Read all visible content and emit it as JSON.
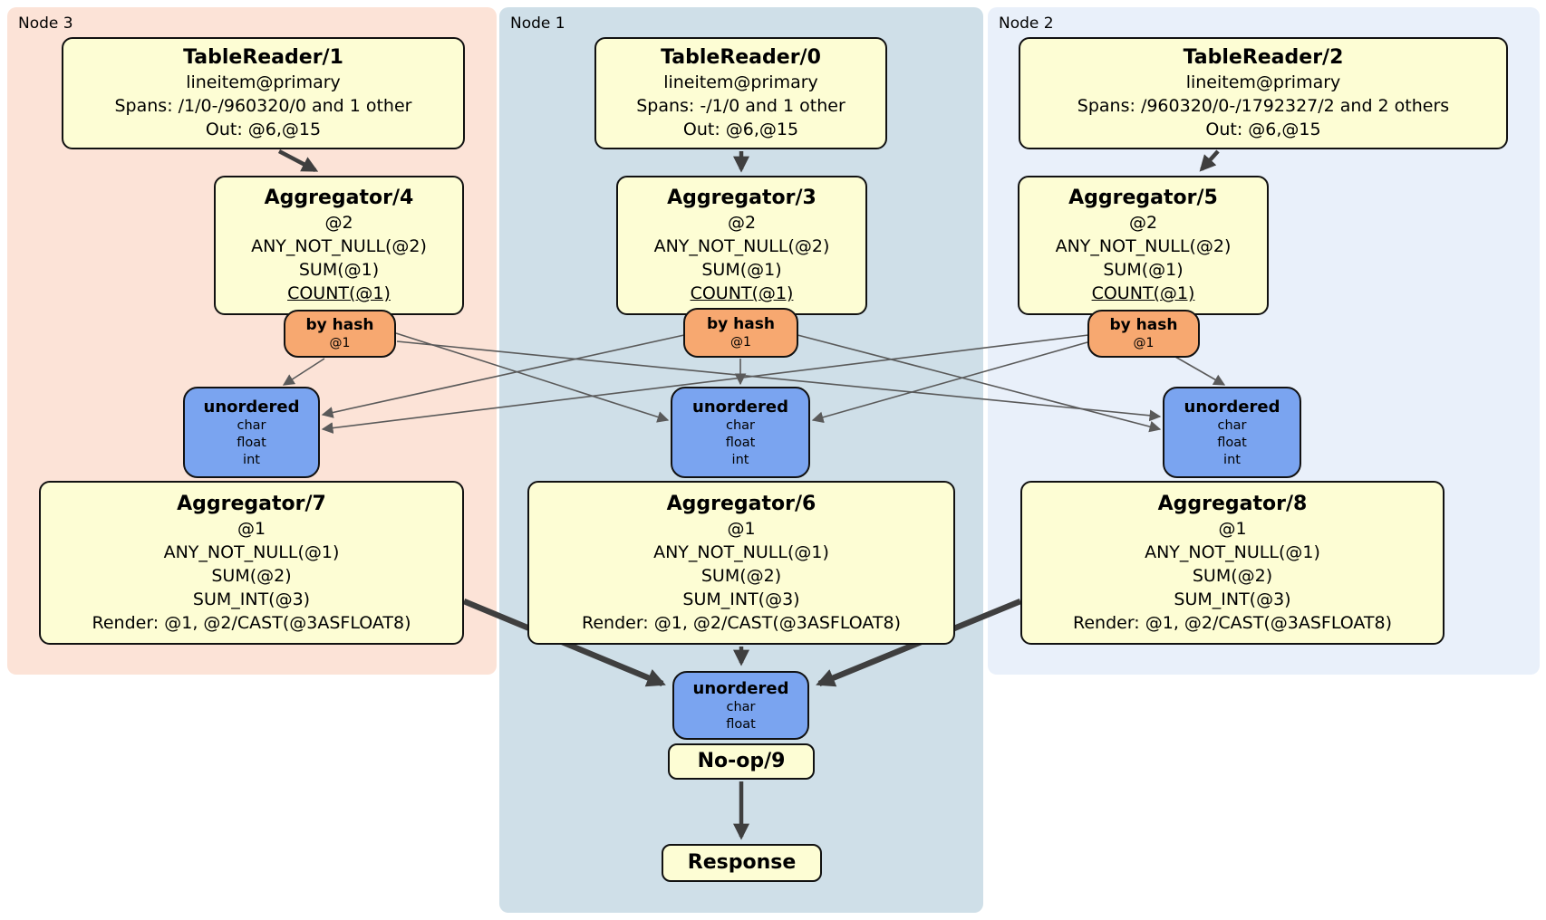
{
  "regions": [
    {
      "label": "Node 3"
    },
    {
      "label": "Node 1"
    },
    {
      "label": "Node 2"
    }
  ],
  "boxes": {
    "tr1": {
      "title": "TableReader/1",
      "lines": [
        "lineitem@primary",
        "Spans: /1/0-/960320/0 and 1 other",
        "Out: @6,@15"
      ]
    },
    "tr0": {
      "title": "TableReader/0",
      "lines": [
        "lineitem@primary",
        "Spans: -/1/0 and 1 other",
        "Out: @6,@15"
      ]
    },
    "tr2": {
      "title": "TableReader/2",
      "lines": [
        "lineitem@primary",
        "Spans: /960320/0-/1792327/2 and 2 others",
        "Out: @6,@15"
      ]
    },
    "agg4": {
      "title": "Aggregator/4",
      "lines": [
        "@2",
        "ANY_NOT_NULL(@2)",
        "SUM(@1)",
        "COUNT(@1)"
      ]
    },
    "agg3": {
      "title": "Aggregator/3",
      "lines": [
        "@2",
        "ANY_NOT_NULL(@2)",
        "SUM(@1)",
        "COUNT(@1)"
      ]
    },
    "agg5": {
      "title": "Aggregator/5",
      "lines": [
        "@2",
        "ANY_NOT_NULL(@2)",
        "SUM(@1)",
        "COUNT(@1)"
      ]
    },
    "agg7": {
      "title": "Aggregator/7",
      "lines": [
        "@1",
        "ANY_NOT_NULL(@1)",
        "SUM(@2)",
        "SUM_INT(@3)",
        "Render: @1, @2/CAST(@3ASFLOAT8)"
      ]
    },
    "agg6": {
      "title": "Aggregator/6",
      "lines": [
        "@1",
        "ANY_NOT_NULL(@1)",
        "SUM(@2)",
        "SUM_INT(@3)",
        "Render: @1, @2/CAST(@3ASFLOAT8)"
      ]
    },
    "agg8": {
      "title": "Aggregator/8",
      "lines": [
        "@1",
        "ANY_NOT_NULL(@1)",
        "SUM(@2)",
        "SUM_INT(@3)",
        "Render: @1, @2/CAST(@3ASFLOAT8)"
      ]
    },
    "router_node3": {
      "title": "by hash",
      "lines": [
        "@1"
      ]
    },
    "router_node1": {
      "title": "by hash",
      "lines": [
        "@1"
      ]
    },
    "router_node2": {
      "title": "by hash",
      "lines": [
        "@1"
      ]
    },
    "sync_node3": {
      "title": "unordered",
      "lines": [
        "char",
        "float",
        "int"
      ]
    },
    "sync_node1": {
      "title": "unordered",
      "lines": [
        "char",
        "float",
        "int"
      ]
    },
    "sync_node2": {
      "title": "unordered",
      "lines": [
        "char",
        "float",
        "int"
      ]
    },
    "sync_final": {
      "title": "unordered",
      "lines": [
        "char",
        "float"
      ]
    },
    "noop": {
      "title": "No-op/9"
    },
    "response": {
      "title": "Response"
    }
  },
  "colors": {
    "node3_bg": "#fce3d7",
    "node1_bg": "#cfdfe8",
    "node2_bg": "#e9f0fa",
    "processor_fill": "#fdfdd4",
    "router_fill": "#f7a870",
    "sync_fill": "#7aa4f0",
    "edge_thin": "#5a5a5a",
    "edge_thick": "#3f3f3f"
  }
}
